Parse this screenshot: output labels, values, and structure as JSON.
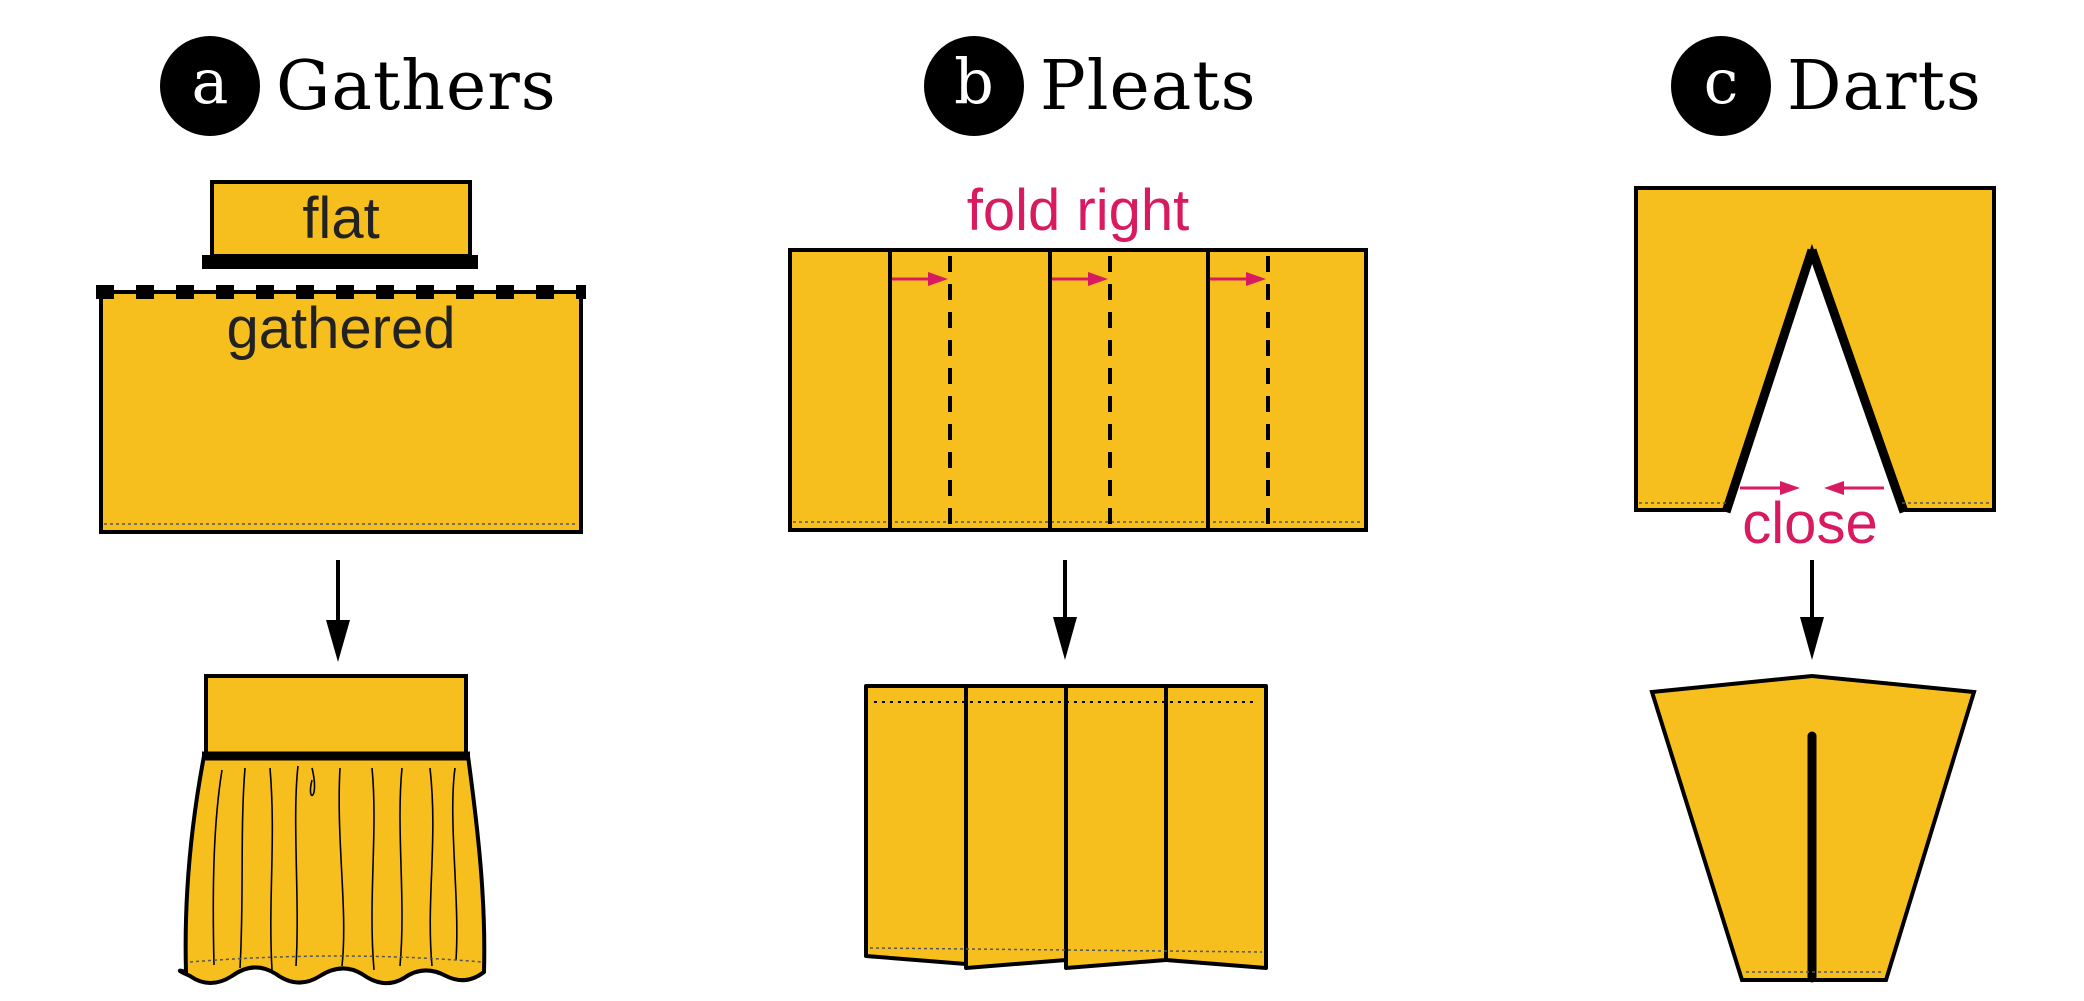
{
  "panels": [
    {
      "letter": "a",
      "title": "Gathers",
      "labels": {
        "flat": "flat",
        "gathered": "gathered"
      }
    },
    {
      "letter": "b",
      "title": "Pleats",
      "labels": {
        "instruction": "fold right"
      }
    },
    {
      "letter": "c",
      "title": "Darts",
      "labels": {
        "instruction": "close"
      }
    }
  ],
  "colors": {
    "fabric": "#f7bf1e",
    "outline": "#000000",
    "annotation": "#d81b60",
    "text": "#222222"
  }
}
